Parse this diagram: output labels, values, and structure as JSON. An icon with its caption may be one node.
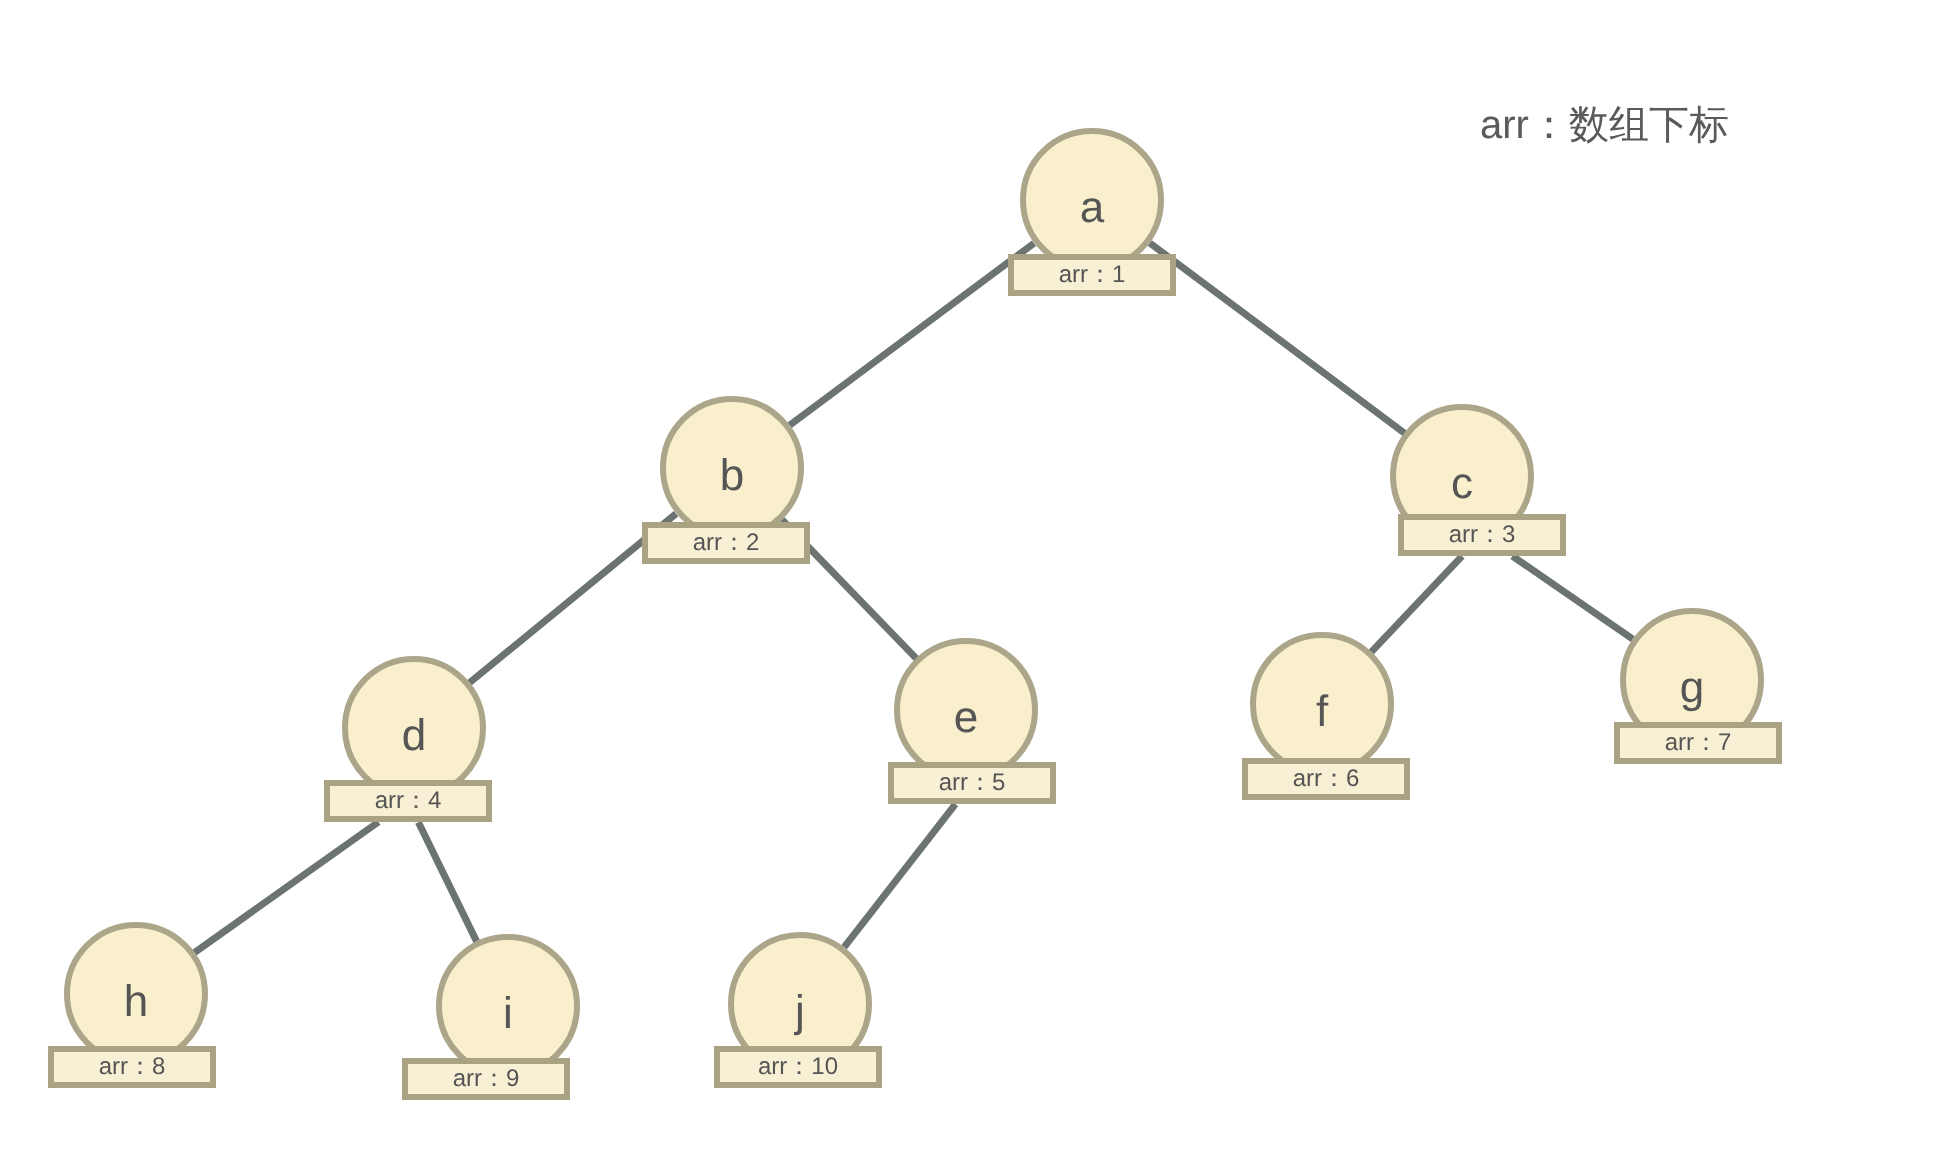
{
  "diagram": {
    "nodes": [
      {
        "text": [
          "a",
          "arr：1"
        ]
      },
      {
        "text": [
          "b",
          "arr：2"
        ]
      },
      {
        "text": [
          "c",
          "arr：3"
        ]
      },
      {
        "text": [
          "d",
          "arr：4"
        ]
      },
      {
        "text": [
          "e",
          "arr：5"
        ]
      },
      {
        "text": [
          "f",
          "arr：6"
        ]
      },
      {
        "text": [
          "g",
          "arr：7"
        ]
      },
      {
        "text": [
          "h",
          "arr：8"
        ]
      },
      {
        "text": [
          "i",
          "arr：9"
        ]
      },
      {
        "text": [
          "j",
          "arr：10"
        ]
      }
    ],
    "edges": [
      {
        "from": 0,
        "to": 1,
        "arrow": "none"
      },
      {
        "from": 0,
        "to": 2,
        "arrow": "none"
      },
      {
        "from": 1,
        "to": 3,
        "arrow": "none"
      },
      {
        "from": 1,
        "to": 4,
        "arrow": "none"
      },
      {
        "from": 2,
        "to": 5,
        "arrow": "none"
      },
      {
        "from": 2,
        "to": 6,
        "arrow": "none"
      },
      {
        "from": 3,
        "to": 7,
        "arrow": "none"
      },
      {
        "from": 3,
        "to": 8,
        "arrow": "none"
      },
      {
        "from": 4,
        "to": 9,
        "arrow": "none"
      }
    ],
    "labels": [
      "arr：数组下标"
    ]
  }
}
